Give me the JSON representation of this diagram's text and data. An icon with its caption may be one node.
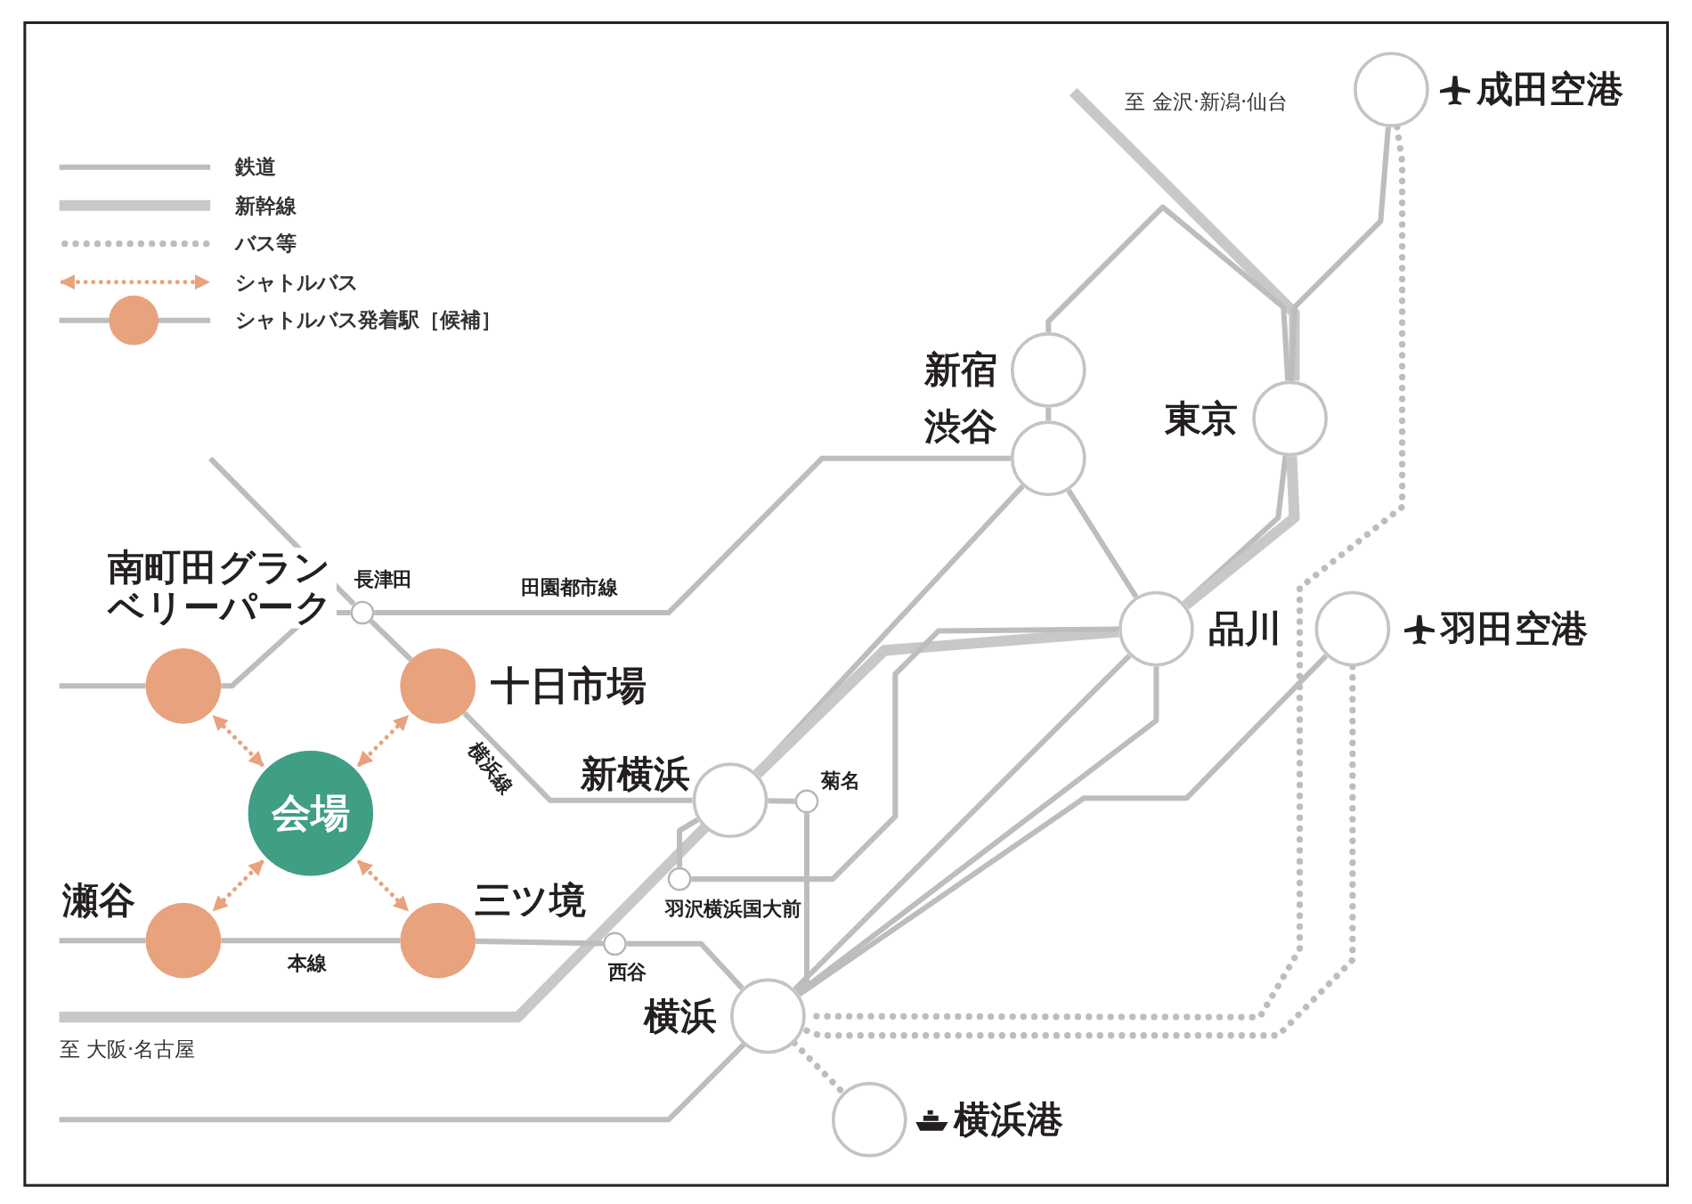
{
  "diagram": {
    "nodes": [
      {
        "text": [
          "成田空港"
        ]
      },
      {
        "text": [
          "新宿"
        ]
      },
      {
        "text": [
          "渋谷"
        ]
      },
      {
        "text": [
          "東京"
        ]
      },
      {
        "text": [
          "品川"
        ]
      },
      {
        "text": [
          "羽田空港"
        ]
      },
      {
        "text": [
          "長津田"
        ]
      },
      {
        "text": [
          "南町田グランベリーパーク"
        ]
      },
      {
        "text": [
          "十日市場"
        ]
      },
      {
        "text": [
          "会場"
        ]
      },
      {
        "text": [
          "瀬谷"
        ]
      },
      {
        "text": [
          "三ツ境"
        ]
      },
      {
        "text": [
          "新横浜"
        ]
      },
      {
        "text": [
          "菊名"
        ]
      },
      {
        "text": [
          "羽沢横浜国大前"
        ]
      },
      {
        "text": [
          "西谷"
        ]
      },
      {
        "text": [
          "横浜"
        ]
      },
      {
        "text": [
          "横浜港"
        ]
      }
    ],
    "edges": [
      {
        "from": 9,
        "to": 7,
        "arrow": "both",
        "style": "dashed",
        "color": "#e8a27d"
      },
      {
        "from": 9,
        "to": 8,
        "arrow": "both",
        "style": "dashed",
        "color": "#e8a27d"
      },
      {
        "from": 9,
        "to": 10,
        "arrow": "both",
        "style": "dashed",
        "color": "#e8a27d"
      },
      {
        "from": 9,
        "to": 11,
        "arrow": "both",
        "style": "dashed",
        "color": "#e8a27d"
      },
      {
        "from": 7,
        "to": 6,
        "arrow": "none"
      },
      {
        "from": 6,
        "to": 2,
        "arrow": "none",
        "label": "田園都市線"
      },
      {
        "from": 6,
        "to": 8,
        "arrow": "none"
      },
      {
        "from": 8,
        "to": 12,
        "arrow": "none",
        "label": "横浜線"
      },
      {
        "from": 12,
        "to": 13,
        "arrow": "none"
      },
      {
        "from": 10,
        "to": 11,
        "arrow": "none",
        "label": "本線"
      },
      {
        "from": 11,
        "to": 15,
        "arrow": "none"
      },
      {
        "from": 15,
        "to": 16,
        "arrow": "none"
      },
      {
        "from": 12,
        "to": 14,
        "arrow": "none"
      },
      {
        "from": 2,
        "to": 12,
        "arrow": "none"
      },
      {
        "from": 1,
        "to": 2,
        "arrow": "none"
      },
      {
        "from": 1,
        "to": 3,
        "arrow": "none"
      },
      {
        "from": 0,
        "to": 3,
        "arrow": "none"
      },
      {
        "from": 2,
        "to": 4,
        "arrow": "none"
      },
      {
        "from": 3,
        "to": 4,
        "arrow": "none"
      },
      {
        "from": 3,
        "to": 4,
        "arrow": "none",
        "style": "thick"
      },
      {
        "from": 4,
        "to": 12,
        "arrow": "none",
        "style": "thick"
      },
      {
        "from": 4,
        "to": 16,
        "arrow": "none"
      },
      {
        "from": 4,
        "to": 16,
        "arrow": "none"
      },
      {
        "from": 5,
        "to": 16,
        "arrow": "none"
      },
      {
        "from": 13,
        "to": 16,
        "arrow": "none"
      },
      {
        "from": 0,
        "to": 16,
        "arrow": "none",
        "style": "dashed"
      },
      {
        "from": 5,
        "to": 16,
        "arrow": "none",
        "style": "dashed"
      },
      {
        "from": 16,
        "to": 17,
        "arrow": "none",
        "style": "dashed"
      },
      {
        "from": 14,
        "to": 4,
        "arrow": "none"
      }
    ],
    "labels": [
      "至 金沢·新潟·仙台",
      "至 大阪·名古屋"
    ],
    "legend": [
      {
        "text": "鉄道"
      },
      {
        "text": "新幹線"
      },
      {
        "text": "バス等"
      },
      {
        "text": "シャトルバス"
      },
      {
        "text": "シャトルバス発着駅［候補］"
      }
    ]
  }
}
